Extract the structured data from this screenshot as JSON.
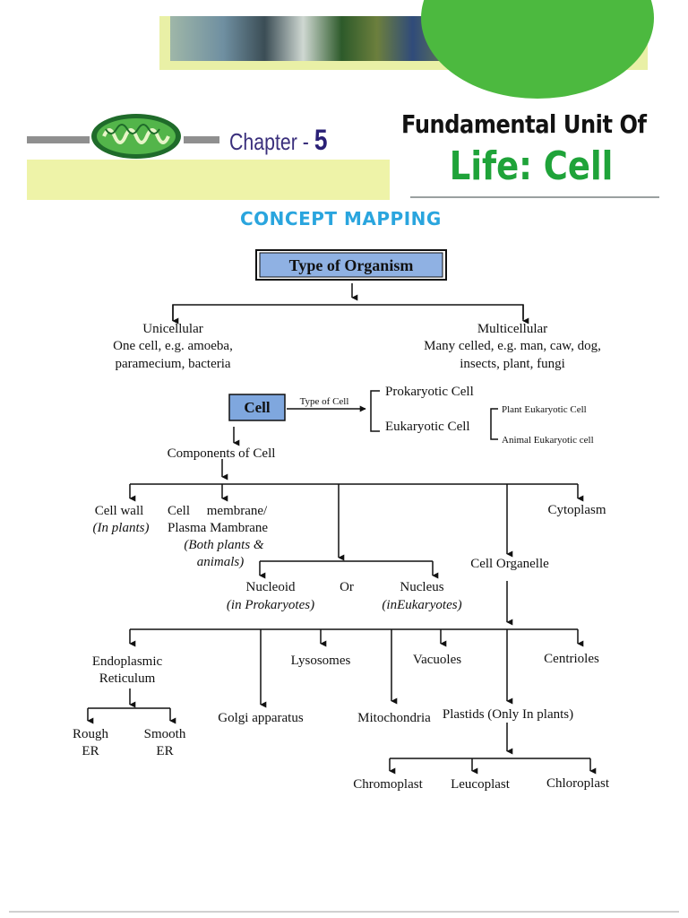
{
  "header": {
    "chapter_word": "Chapter -",
    "chapter_number": "5",
    "title_line1": "Fundamental Unit Of",
    "title_line2": "Life: Cell",
    "section_heading": "CONCEPT MAPPING"
  },
  "colors": {
    "title_green": "#1fa339",
    "heading_blue": "#2aa5de",
    "chapter_purple": "#3a2f7c",
    "box_blue": "#7fa7de",
    "banner_yellow": "#eef3a8"
  },
  "concept_map": {
    "root": "Type of Organism",
    "unicellular": {
      "title": "Unicellular",
      "line1": "One cell, e.g. amoeba,",
      "line2": "paramecium, bacteria"
    },
    "multicellular": {
      "title": "Multicellular",
      "line1": "Many celled, e.g. man, caw, dog,",
      "line2": "insects, plant, fungi"
    },
    "cell": "Cell",
    "type_of_cell_label": "Type of Cell",
    "prokaryotic": "Prokaryotic Cell",
    "eukaryotic": "Eukaryotic Cell",
    "plant_eukaryotic": "Plant Eukaryotic Cell",
    "animal_eukaryotic": "Animal Eukaryotic cell",
    "components": "Components of Cell",
    "cell_wall": "Cell wall",
    "cell_wall_note": "(In plants)",
    "cell_membrane_line1": "Cell     membrane/",
    "cell_membrane_line2": "Plasma Mambrane",
    "cell_membrane_note1": "(Both plants &",
    "cell_membrane_note2": "animals)",
    "cytoplasm": "Cytoplasm",
    "cell_organelle": "Cell Organelle",
    "nucleoid": "Nucleoid",
    "nucleoid_note": "(in Prokaryotes)",
    "or": "Or",
    "nucleus": "Nucleus",
    "nucleus_note": "(inEukaryotes)",
    "er_line1": "Endoplasmic",
    "er_line2": "Reticulum",
    "rough_line1": "Rough",
    "rough_line2": "ER",
    "smooth_line1": "Smooth",
    "smooth_line2": "ER",
    "golgi": "Golgi apparatus",
    "lysosomes": "Lysosomes",
    "mitochondria": "Mitochondria",
    "vacuoles": "Vacuoles",
    "plastids": "Plastids (Only In plants)",
    "centrioles": "Centrioles",
    "chromoplast": "Chromoplast",
    "leucoplast": "Leucoplast",
    "chloroplast": "Chloroplast"
  }
}
